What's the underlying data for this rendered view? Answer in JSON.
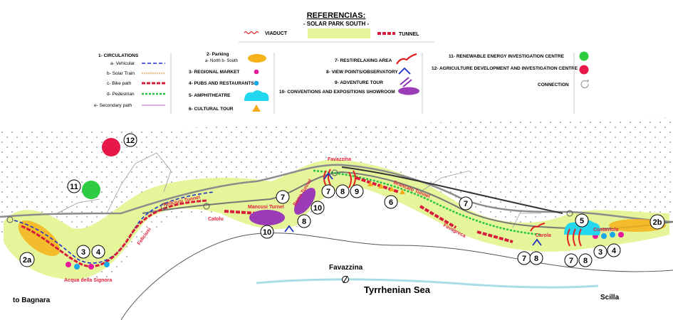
{
  "legend": {
    "title": "REFERENCIAS:",
    "subtitle": "- SOLAR PARK SOUTH -",
    "viaduct": "VIADUCT",
    "tunnel": "TUNNEL",
    "circulations": "1-   CIRCULATIONS",
    "vehicular": "a-  Vehicular",
    "solar_train": "b-  Solar Train",
    "bike_path": "c-  Bike path",
    "pedestrian": "d-  Pedestrian",
    "secondary_path": "e-  Secondary path",
    "parking": "2-     Parking",
    "parking_sub": "a- North   b- South",
    "regional_market": "3-   REGIONAL MARKET",
    "pubs": "4-   PUBS AND RESTAURANTS",
    "amphitheatre": "5-   AMPHITHEATRE",
    "cultural_tour": "6-   CULTURAL TOUR",
    "rest_area": "7-   REST/RELAXING AREA",
    "view_points": "8-   VIEW POINTS/OBSERVATORY",
    "adventure_tour": "9-   ADVENTURE TOUR",
    "conventions": "10-  CONVENTIONS AND EXPOSITIONS SHOWROOM",
    "renewable": "11-   RENEWABLE ENERGY INVESTIGATION CENTRE",
    "agriculture": "12-  AGRICULTURE DEVELOPMENT AND INVESTIGATION CENTRE",
    "connection": "CONNECTION"
  },
  "colors": {
    "park": "#e4f59a",
    "vehicular": "#1f2fc9",
    "solar_train": "#f3c48f",
    "bike": "#d81b3c",
    "pedestrian": "#23c440",
    "secondary": "#d27ad6",
    "parking": "#f5b21a",
    "market": "#e8189a",
    "pubs": "#19a8e6",
    "amphitheatre": "#22d7ee",
    "cultural": "#f5a81a",
    "rest": "#e32121",
    "view": "#1d2fc0",
    "adventure": "#8a2bb0",
    "showroom": "#9b3bb8",
    "renewable": "#2ecc40",
    "agriculture": "#e8174a",
    "label_red": "#e0203a",
    "sea_line": "#a9dde6"
  },
  "places": {
    "to_bagnara": "to Bagnara",
    "scilla": "Scilla",
    "favazzina_town": "Favazzina",
    "sea": "Tyrrhenian Sea",
    "acqua": "Acqua della Signora",
    "feliciusi": "Feliciusi",
    "feliciusi_tunnel": "Feliciusi Tunnel",
    "catolu": "Catolu",
    "mancusi": "Mancusi Turnel",
    "barro": "Barro Tunnel",
    "favazzina_station": "Favazzina",
    "brancato": "Brancato Tunnel",
    "favagreca": "Favagreca",
    "carola": "Carola",
    "costaviola": "Costaviola"
  },
  "markers": {
    "n2a": "2a",
    "n2b": "2b",
    "n3": "3",
    "n4": "4",
    "n5": "5",
    "n6": "6",
    "n7": "7",
    "n8": "8",
    "n9": "9",
    "n10": "10",
    "n11": "11",
    "n12": "12"
  }
}
